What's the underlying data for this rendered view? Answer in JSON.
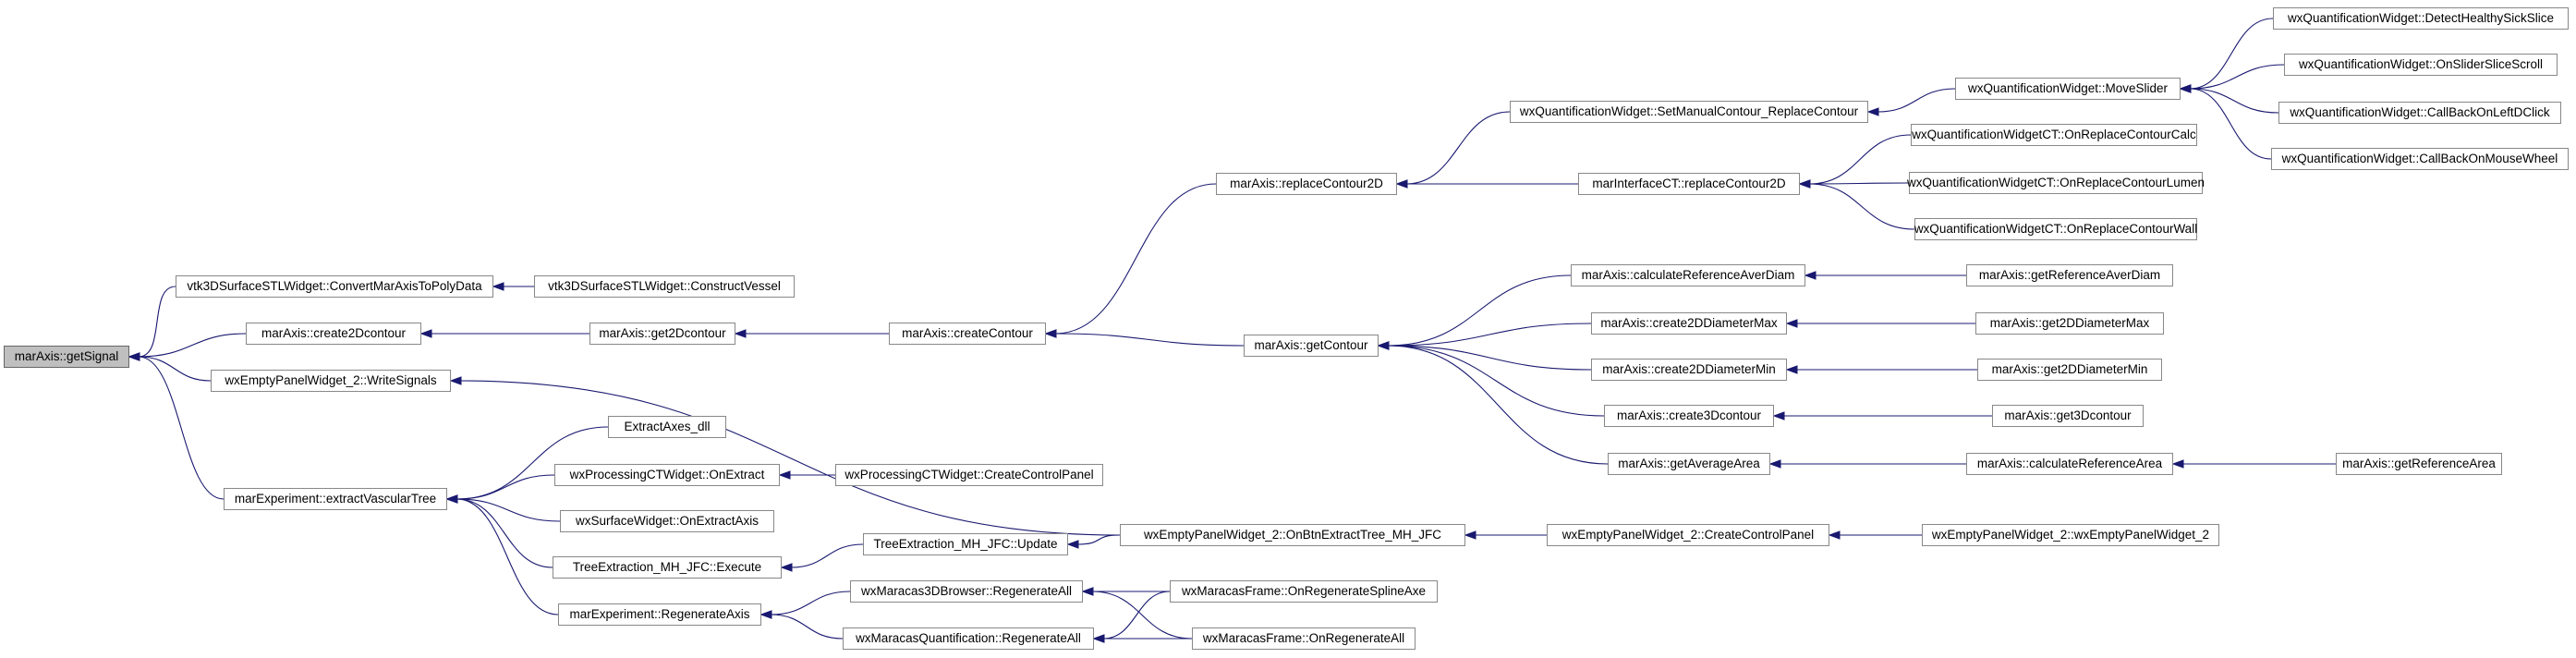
{
  "nodes": {
    "root": "marAxis::getSignal",
    "convert": "vtk3DSurfaceSTLWidget::ConvertMarAxisToPolyData",
    "constructVessel": "vtk3DSurfaceSTLWidget::ConstructVessel",
    "create2dcontour": "marAxis::create2Dcontour",
    "get2dcontour": "marAxis::get2Dcontour",
    "createContour": "marAxis::createContour",
    "getContour": "marAxis::getContour",
    "replaceContour2d": "marAxis::replaceContour2D",
    "setManual": "wxQuantificationWidget::SetManualContour_ReplaceContour",
    "moveSlider": "wxQuantificationWidget::MoveSlider",
    "detectHealthy": "wxQuantificationWidget::DetectHealthySickSlice",
    "onSliderScroll": "wxQuantificationWidget::OnSliderSliceScroll",
    "callBackLeft": "wxQuantificationWidget::CallBackOnLeftDClick",
    "callBackWheel": "wxQuantificationWidget::CallBackOnMouseWheel",
    "interfaceReplace": "marInterfaceCT::replaceContour2D",
    "onReplaceCalc": "wxQuantificationWidgetCT::OnReplaceContourCalc",
    "onReplaceLumen": "wxQuantificationWidgetCT::OnReplaceContourLumen",
    "onReplaceWall": "wxQuantificationWidgetCT::OnReplaceContourWall",
    "calcRefAverDiam": "marAxis::calculateReferenceAverDiam",
    "getRefAverDiam": "marAxis::getReferenceAverDiam",
    "create2dDiamMax": "marAxis::create2DDiameterMax",
    "get2dDiamMax": "marAxis::get2DDiameterMax",
    "create2dDiamMin": "marAxis::create2DDiameterMin",
    "get2dDiamMin": "marAxis::get2DDiameterMin",
    "create3dcontour": "marAxis::create3Dcontour",
    "get3dcontour": "marAxis::get3Dcontour",
    "getAverageArea": "marAxis::getAverageArea",
    "calcRefArea": "marAxis::calculateReferenceArea",
    "getRefArea": "marAxis::getReferenceArea",
    "writeSignals": "wxEmptyPanelWidget_2::WriteSignals",
    "onBtnExtract": "wxEmptyPanelWidget_2::OnBtnExtractTree_MH_JFC",
    "createControlPanel": "wxEmptyPanelWidget_2::CreateControlPanel",
    "wxEmptyCtor": "wxEmptyPanelWidget_2::wxEmptyPanelWidget_2",
    "extractVascular": "marExperiment::extractVascularTree",
    "extractAxesDll": "ExtractAxes_dll",
    "onExtract": "wxProcessingCTWidget::OnExtract",
    "procCreatePanel": "wxProcessingCTWidget::CreateControlPanel",
    "onExtractAxis": "wxSurfaceWidget::OnExtractAxis",
    "treeExecute": "TreeExtraction_MH_JFC::Execute",
    "treeUpdate": "TreeExtraction_MH_JFC::Update",
    "regenerateAxis": "marExperiment::RegenerateAxis",
    "browserRegen": "wxMaracas3DBrowser::RegenerateAll",
    "quantRegen": "wxMaracasQuantification::RegenerateAll",
    "frameRegenSpline": "wxMaracasFrame::OnRegenerateSplineAxe",
    "frameRegenAll": "wxMaracasFrame::OnRegenerateAll"
  },
  "colors": {
    "edge": "#191970",
    "node_border": "#888888",
    "root_fill": "#bfbfbf"
  }
}
